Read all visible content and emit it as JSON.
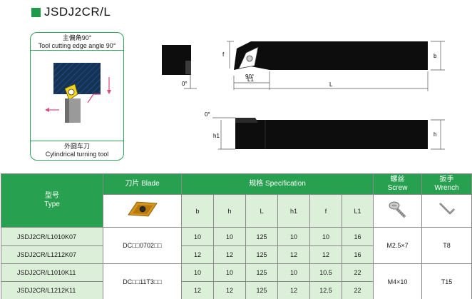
{
  "title": "JSDJ2CR/L",
  "operation": {
    "header_cn": "主偏角90°",
    "header_en": "Tool cutting edge angle 90°",
    "footer_cn": "外圆车刀",
    "footer_en": "Cylindrical turning tool"
  },
  "drawing_labels": {
    "angle_side": "0°",
    "angle_insert": "90°",
    "angle_top": "0°",
    "dim_f": "f",
    "dim_b": "b",
    "dim_L1": "L1",
    "dim_L": "L",
    "dim_h1": "h1",
    "dim_h": "h"
  },
  "table": {
    "type_cn": "型号",
    "type_en": "Type",
    "blade_label": "刀片 Blade",
    "spec_label": "规格 Specification",
    "screw_cn": "螺丝",
    "screw_en": "Screw",
    "wrench_cn": "扳手",
    "wrench_en": "Wrench",
    "columns": [
      "b",
      "h",
      "L",
      "h1",
      "f",
      "L1"
    ],
    "groups": [
      {
        "blade": "DC□□0702□□",
        "screw": "M2.5×7",
        "wrench": "T8",
        "rows": [
          {
            "type": "JSDJ2CR/L1010K07",
            "values": [
              "10",
              "10",
              "125",
              "10",
              "10",
              "16"
            ]
          },
          {
            "type": "JSDJ2CR/L1212K07",
            "values": [
              "12",
              "12",
              "125",
              "12",
              "12",
              "16"
            ]
          }
        ]
      },
      {
        "blade": "DC□□11T3□□",
        "screw": "M4×10",
        "wrench": "T15",
        "rows": [
          {
            "type": "JSDJ2CR/L1010K11",
            "values": [
              "10",
              "10",
              "125",
              "10",
              "10.5",
              "22"
            ]
          },
          {
            "type": "JSDJ2CR/L1212K11",
            "values": [
              "12",
              "12",
              "125",
              "12",
              "12.5",
              "22"
            ]
          }
        ]
      }
    ]
  },
  "colors": {
    "accent_green": "#27a150",
    "row_green": "#dcefd9",
    "workpiece_blue": "#2f6fb8",
    "insert_yellow": "#f2d61c",
    "arrow_pink": "#e0457b",
    "insert_gold": "#d4941c"
  }
}
